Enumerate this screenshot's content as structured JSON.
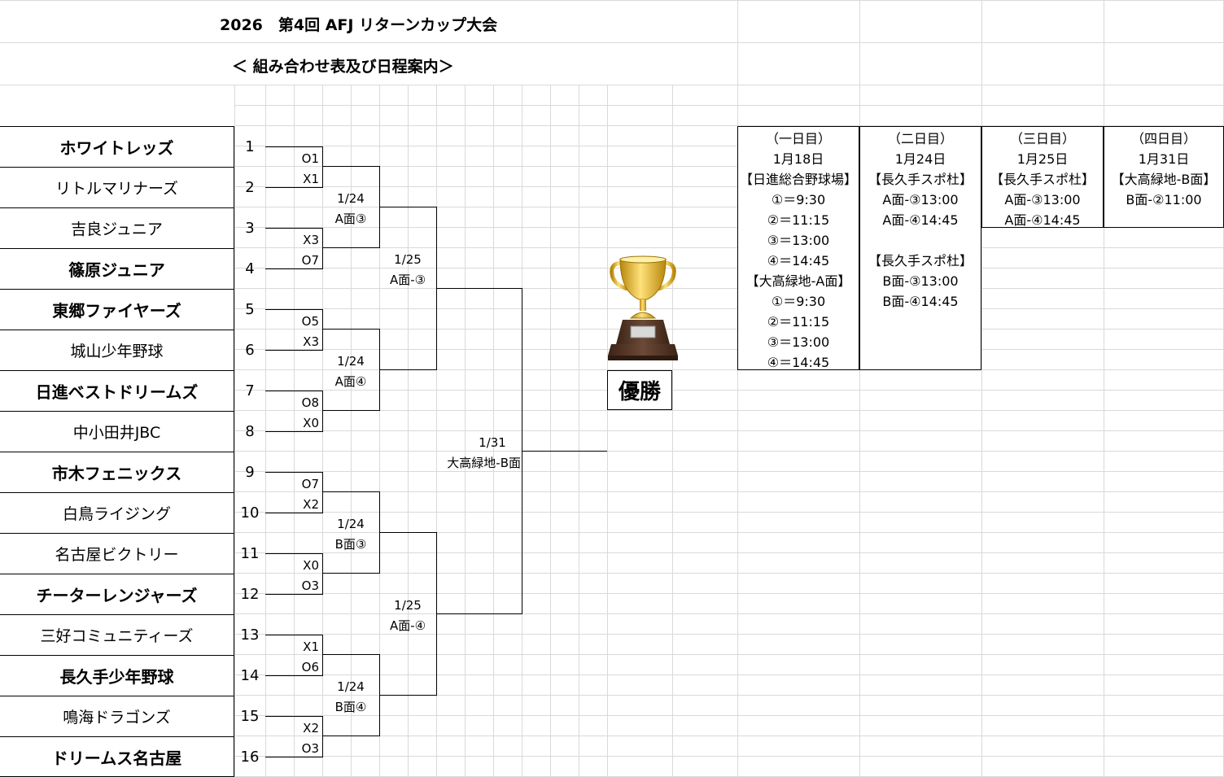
{
  "header": {
    "title": "2026　第4回 AFJ リターンカップ大会",
    "subtitle": "＜ 組み合わせ表及び日程案内＞"
  },
  "teams": [
    {
      "seed": "1",
      "name": "ホワイトレッズ",
      "bold": true
    },
    {
      "seed": "2",
      "name": "リトルマリナーズ",
      "bold": false
    },
    {
      "seed": "3",
      "name": "吉良ジュニア",
      "bold": false
    },
    {
      "seed": "4",
      "name": "篠原ジュニア",
      "bold": true
    },
    {
      "seed": "5",
      "name": "東郷ファイヤーズ",
      "bold": true
    },
    {
      "seed": "6",
      "name": "城山少年野球",
      "bold": false
    },
    {
      "seed": "7",
      "name": "日進ベストドリームズ",
      "bold": true
    },
    {
      "seed": "8",
      "name": "中小田井JBC",
      "bold": false
    },
    {
      "seed": "9",
      "name": "市木フェニックス",
      "bold": true
    },
    {
      "seed": "10",
      "name": "白鳥ライジング",
      "bold": false
    },
    {
      "seed": "11",
      "name": "名古屋ビクトリー",
      "bold": false
    },
    {
      "seed": "12",
      "name": "チーターレンジャーズ",
      "bold": true
    },
    {
      "seed": "13",
      "name": "三好コミュニティーズ",
      "bold": false
    },
    {
      "seed": "14",
      "name": "長久手少年野球",
      "bold": true
    },
    {
      "seed": "15",
      "name": "鳴海ドラゴンズ",
      "bold": false
    },
    {
      "seed": "16",
      "name": "ドリームス名古屋",
      "bold": true
    }
  ],
  "round1_scores": [
    [
      "O1",
      "X1"
    ],
    [
      "X3",
      "O7"
    ],
    [
      "O5",
      "X3"
    ],
    [
      "O8",
      "X0"
    ],
    [
      "O7",
      "X2"
    ],
    [
      "X0",
      "O3"
    ],
    [
      "X1",
      "O6"
    ],
    [
      "X2",
      "O3"
    ]
  ],
  "round2": [
    {
      "date": "1/24",
      "venue": "A面③"
    },
    {
      "date": "1/24",
      "venue": "A面④"
    },
    {
      "date": "1/24",
      "venue": "B面③"
    },
    {
      "date": "1/24",
      "venue": "B面④"
    }
  ],
  "semis": [
    {
      "date": "1/25",
      "venue": "A面-③"
    },
    {
      "date": "1/25",
      "venue": "A面-④"
    }
  ],
  "final": {
    "date": "1/31",
    "venue": "大高緑地-B面"
  },
  "champion_label": "優勝",
  "schedule": [
    {
      "lines": [
        "（一日目）",
        "1月18日",
        "【日進総合野球場】",
        "①＝9:30",
        "②＝11:15",
        "③＝13:00",
        "④＝14:45",
        "【大高緑地-A面】",
        "①＝9:30",
        "②＝11:15",
        "③＝13:00",
        "④＝14:45"
      ]
    },
    {
      "lines": [
        "（二日目）",
        "1月24日",
        "【長久手スポ杜】",
        "A面-③13:00",
        "A面-④14:45",
        "",
        "【長久手スポ杜】",
        "B面-③13:00",
        "B面-④14:45"
      ]
    },
    {
      "lines": [
        "（三日目）",
        "1月25日",
        "【長久手スポ杜】",
        "A面-③13:00",
        "A面-④14:45"
      ]
    },
    {
      "lines": [
        "（四日目）",
        "1月31日",
        "【大高緑地-B面】",
        "B面-②11:00"
      ]
    }
  ],
  "colors": {
    "grid": "#d9d9d9",
    "line": "#000000",
    "trophy_gold": "#d4a017",
    "trophy_base": "#5a3a28"
  }
}
